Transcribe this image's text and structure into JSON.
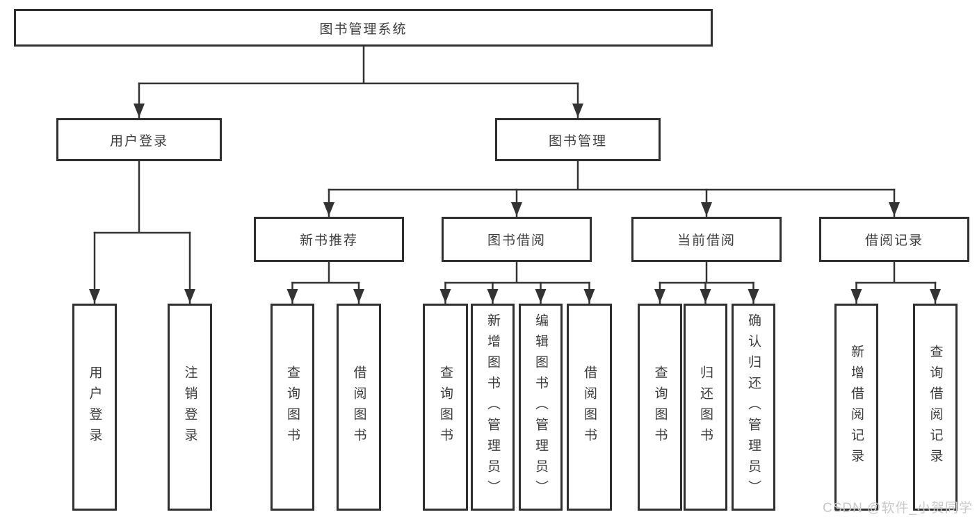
{
  "title": "图书管理系统",
  "watermark": "CSDN @软件_小贺同学",
  "colors": {
    "line": "#333333",
    "border": "#2f2f2f",
    "text": "#3d3d3d",
    "background": "#ffffff",
    "watermark": "#c9c9c9"
  },
  "nodes": {
    "root": "图书管理系统",
    "user_login": "用户登录",
    "book_management": "图书管理",
    "new_book_recommend": "新书推荐",
    "book_borrow": "图书借阅",
    "current_borrow": "当前借阅",
    "borrow_records": "借阅记录",
    "leaf_user_login": "用户登录",
    "leaf_logout_login": "注销登录",
    "leaf_recommend_query_books": "查询图书",
    "leaf_recommend_borrow_books": "借阅图书",
    "leaf_borrow_query_books": "查询图书",
    "leaf_borrow_add_books": "新增图书（管理员）",
    "leaf_borrow_edit_books": "编辑图书（管理员）",
    "leaf_borrow_borrow_books": "借阅图书",
    "leaf_current_query_books": "查询图书",
    "leaf_current_return_books": "归还图书",
    "leaf_current_confirm_return": "确认归还（管理员）",
    "leaf_records_add_record": "新增借阅记录",
    "leaf_records_query_record": "查询借阅记录"
  }
}
